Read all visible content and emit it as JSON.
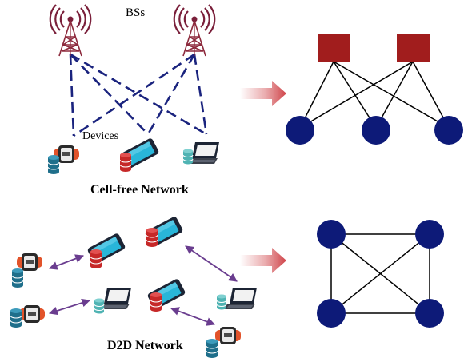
{
  "labels": {
    "base_stations": "BSs",
    "devices": "Devices",
    "cell_free_caption": "Cell-free Network",
    "d2d_caption": "D2D Network"
  },
  "colors": {
    "dashed_link": "#1a237e",
    "d2d_arrow": "#6a3d8f",
    "bs_square": "#a11d1d",
    "device_node": "#0d1a78",
    "transform_arrow": "#d0454a",
    "tower_waves": "#7a1f3a",
    "phone_screen": "#29b6d9",
    "watch_band": "#e2532a",
    "db_cylinder": "#c62828",
    "db_cylinder_alt": "#1f6f8b"
  },
  "icons": {
    "tower": "radio-tower-icon",
    "phone": "smartphone-icon",
    "watch": "smartwatch-icon",
    "laptop": "laptop-icon",
    "database": "database-icon"
  }
}
